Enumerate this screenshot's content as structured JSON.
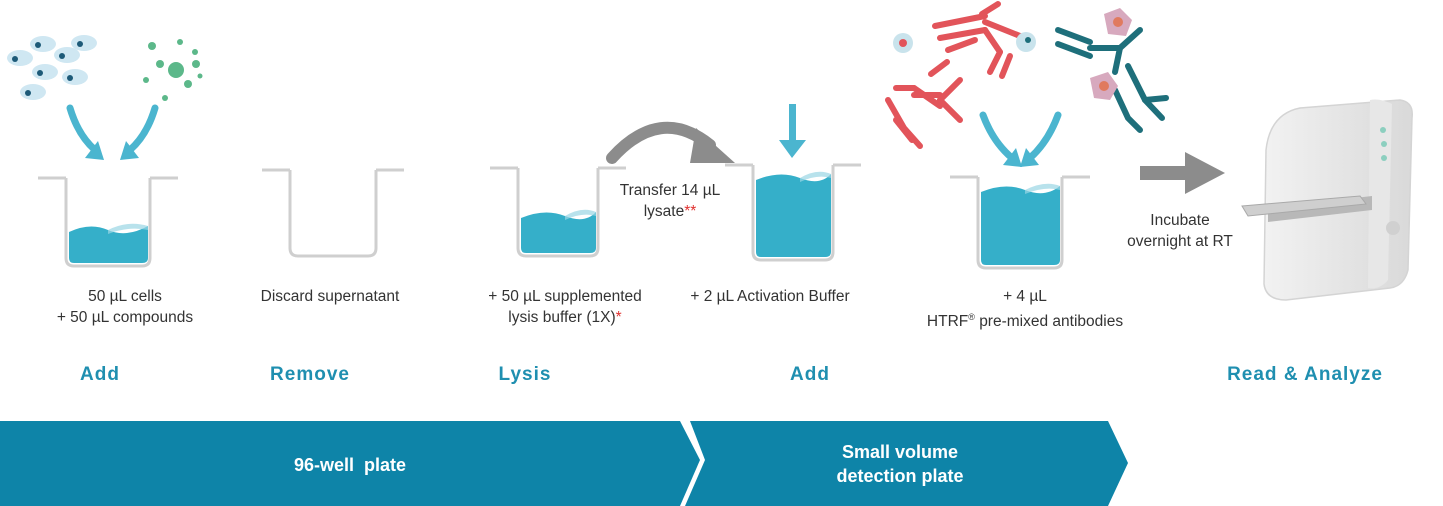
{
  "colors": {
    "teal_band": "#0e84a8",
    "liquid": "#35afc9",
    "arrow_blue": "#4bb5cf",
    "step_label": "#1f8fb0",
    "asterisk": "#e0312f",
    "antibody_red": "#e2545a",
    "antibody_teal": "#1e6f7b",
    "grey_arrow": "#8c8c8c"
  },
  "steps": [
    {
      "caption_lines": [
        "50 µL cells",
        "+ 50 µL compounds"
      ],
      "title": "Add"
    },
    {
      "caption_lines": [
        "Discard supernatant"
      ],
      "title": "Remove"
    },
    {
      "caption_lines": [
        "+ 50 µL supplemented",
        "lysis buffer (1X)"
      ],
      "caption_mark": "*",
      "title": "Lysis"
    },
    {
      "caption_lines": [
        "+ 2 µL Activation Buffer"
      ],
      "title": "Add"
    },
    {
      "caption_lines": [
        "+ 4 µL",
        "HTRF",
        "pre-mixed antibodies"
      ],
      "registered": "®"
    },
    {
      "caption_lines": [
        "Incubate",
        "overnight at RT"
      ],
      "title": "Read & Analyze"
    }
  ],
  "transfer": {
    "line1": "Transfer 14 µL",
    "line2": "lysate",
    "mark": "**"
  },
  "bands": {
    "left": "96-well  plate",
    "right_line1": "Small volume",
    "right_line2": "detection plate"
  },
  "icons": [
    "cells-icon",
    "compounds-icon",
    "well-icon",
    "antibody-icon",
    "plate-reader-icon"
  ]
}
